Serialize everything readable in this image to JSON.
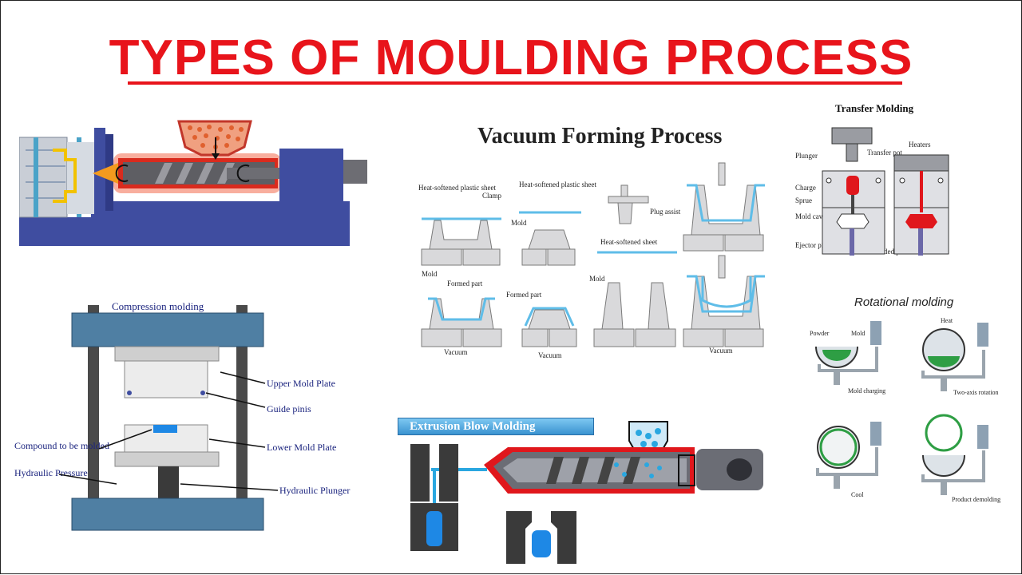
{
  "title": "TYPES OF MOULDING PROCESS",
  "colors": {
    "title": "#e8141b",
    "frame": "#3f4da0",
    "blue_label": "#1a237e"
  },
  "vacuum_forming": {
    "title": "Vacuum Forming Process",
    "labels": {
      "heat_softened_sheet_1": "Heat-softened plastic sheet",
      "clamp": "Clamp",
      "heat_softened_sheet_2": "Heat-softened plastic sheet",
      "mold_1": "Mold",
      "plug_assist": "Plug assist",
      "heat_softened_sheet_3": "Heat-softened sheet",
      "mold_2": "Mold",
      "formed_part_1": "Formed part",
      "formed_part_2": "Formed part",
      "mold_3": "Mold",
      "vacuum_1": "Vacuum",
      "vacuum_2": "Vacuum",
      "vacuum_3": "Vacuum"
    }
  },
  "transfer_molding": {
    "title": "Transfer Molding",
    "labels": {
      "plunger": "Plunger",
      "transfer_pot": "Transfer pot",
      "heaters": "Heaters",
      "charge": "Charge",
      "sprue": "Sprue",
      "mold_cavity": "Mold cavity",
      "ejector_pin": "Ejector pin",
      "molded_part": "Molded part"
    }
  },
  "compression_molding": {
    "title": "Compression molding",
    "labels": {
      "upper_mold_plate": "Upper Mold Plate",
      "guide_pins": "Guide pinis",
      "compound": "Compound to be molded",
      "lower_mold_plate": "Lower Mold Plate",
      "hydraulic_pressure": "Hydraulic Pressure",
      "hydraulic_plunger": "Hydraulic Plunger"
    }
  },
  "extrusion_blow_molding": {
    "title": "Extrusion Blow Molding"
  },
  "rotational_molding": {
    "title": "Rotational molding",
    "labels": {
      "powder": "Powder",
      "mold": "Mold",
      "mold_charging": "Mold charging",
      "heat": "Heat",
      "two_axis_rotation": "Two-axis rotation",
      "cool": "Cool",
      "product_demolding": "Product demolding"
    }
  }
}
